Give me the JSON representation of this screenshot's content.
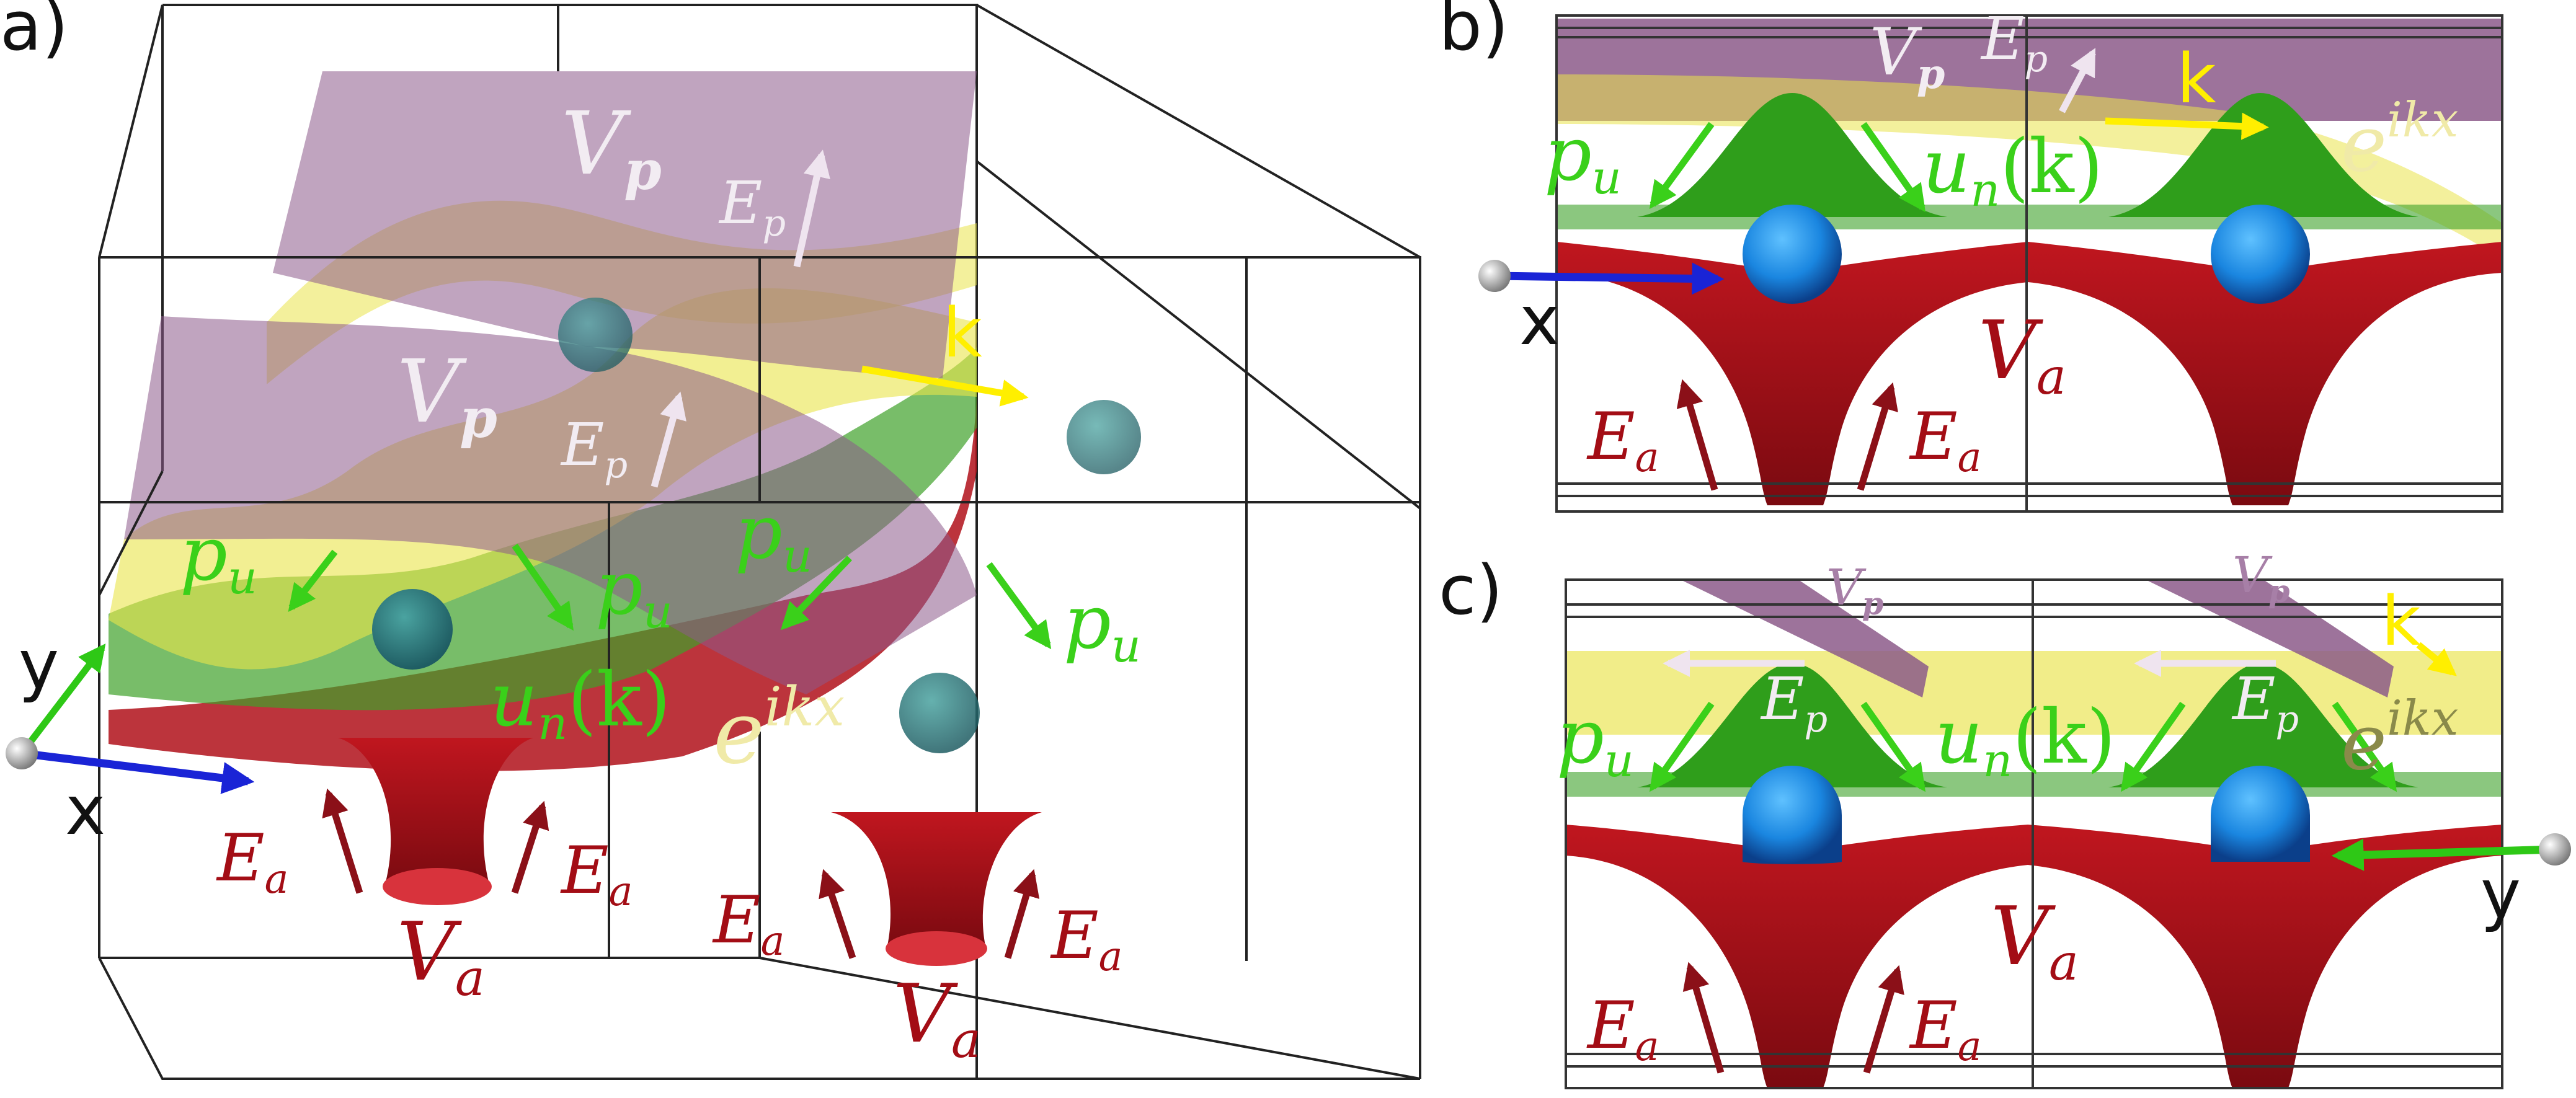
{
  "panels": {
    "a": {
      "letter": "a)"
    },
    "b": {
      "letter": "b)"
    },
    "c": {
      "letter": "c)"
    }
  },
  "labels": {
    "V": "V",
    "p": "p",
    "a": "a",
    "E": "E",
    "u": "u",
    "n": "n",
    "k_paren": "(k)",
    "e": "e",
    "ikx": "ikx",
    "k": "k",
    "x": "x",
    "y": "y"
  },
  "colors": {
    "atom_potential": "#a30d15",
    "pseudo_potential": "#8c5a8a",
    "plane_wave": "#e9e44a",
    "bloch": "#2f9e1b",
    "momentum_arrow": "#3ad01a",
    "k_arrow": "#ffef00",
    "x_axis": "#1a24d6",
    "y_axis": "#2ec816",
    "atom_sphere": "#1a86e0",
    "field_Ep": "#efe4ef",
    "field_Ea": "#8b1018",
    "text_Ep": "#f2ecf2",
    "text_Vp_light": "#a77fa7",
    "text_eikx": "#f0eaa8",
    "text_eikx_dark": "#8a8a4a"
  }
}
